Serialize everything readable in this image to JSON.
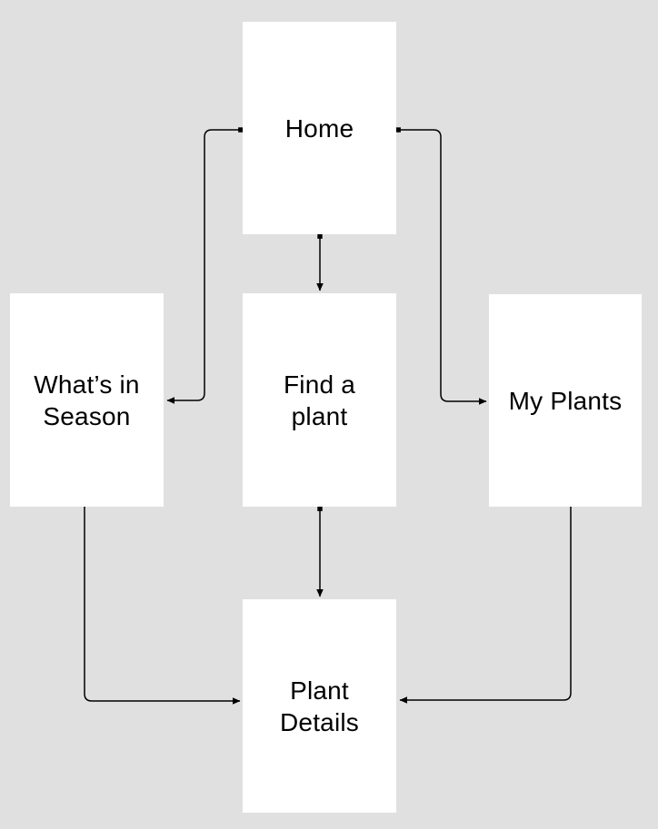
{
  "canvas": {
    "background_color": "#e0e0e0",
    "node_fill_color": "#ffffff",
    "connector_color": "#000000",
    "text_color": "#000000"
  },
  "nodes": {
    "home": {
      "label": "Home",
      "lines": [
        "Home"
      ]
    },
    "whats_in_season": {
      "label": "What’s in Season",
      "lines": [
        "What’s in",
        "Season"
      ]
    },
    "find_a_plant": {
      "label": "Find a plant",
      "lines": [
        "Find a",
        "plant"
      ]
    },
    "my_plants": {
      "label": "My Plants",
      "lines": [
        "My Plants"
      ]
    },
    "plant_details": {
      "label": "Plant Details",
      "lines": [
        "Plant",
        "Details"
      ]
    }
  },
  "edges": [
    {
      "from": "Home",
      "to": "Find a plant"
    },
    {
      "from": "Home",
      "to": "What’s in Season"
    },
    {
      "from": "Home",
      "to": "My Plants"
    },
    {
      "from": "Find a plant",
      "to": "Plant Details"
    },
    {
      "from": "What’s in Season",
      "to": "Plant Details"
    },
    {
      "from": "My Plants",
      "to": "Plant Details"
    }
  ]
}
